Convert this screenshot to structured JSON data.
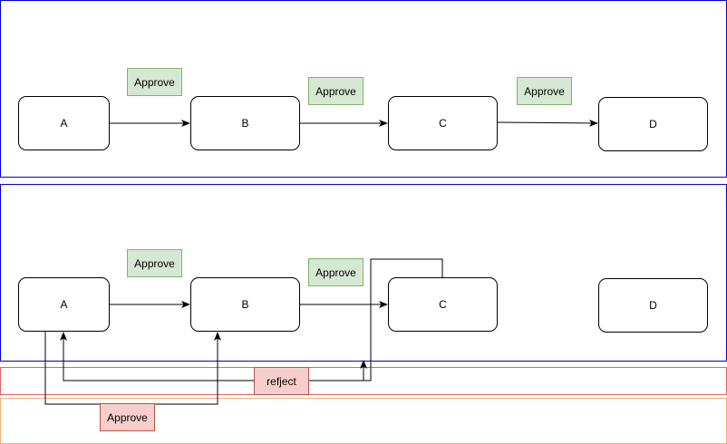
{
  "top_flow": {
    "nodes": {
      "a": "A",
      "b": "B",
      "c": "C",
      "d": "D"
    },
    "labels": {
      "a_to_b": "Approve",
      "b_to_c": "Approve",
      "c_to_d": "Approve"
    }
  },
  "bottom_flow": {
    "nodes": {
      "a": "A",
      "b": "B",
      "c": "C",
      "d": "D"
    },
    "labels": {
      "a_to_b": "Approve",
      "b_to_c": "Approve",
      "reject": "refject",
      "approve_loop": "Approve"
    }
  },
  "colors": {
    "frame_blue": "#0000cc",
    "frame_red": "#e06666",
    "frame_orange": "#f0b070",
    "approve_fill": "#d5e8d4",
    "approve_stroke": "#82b366",
    "reject_fill": "#f8cecc",
    "reject_stroke": "#b85450"
  }
}
